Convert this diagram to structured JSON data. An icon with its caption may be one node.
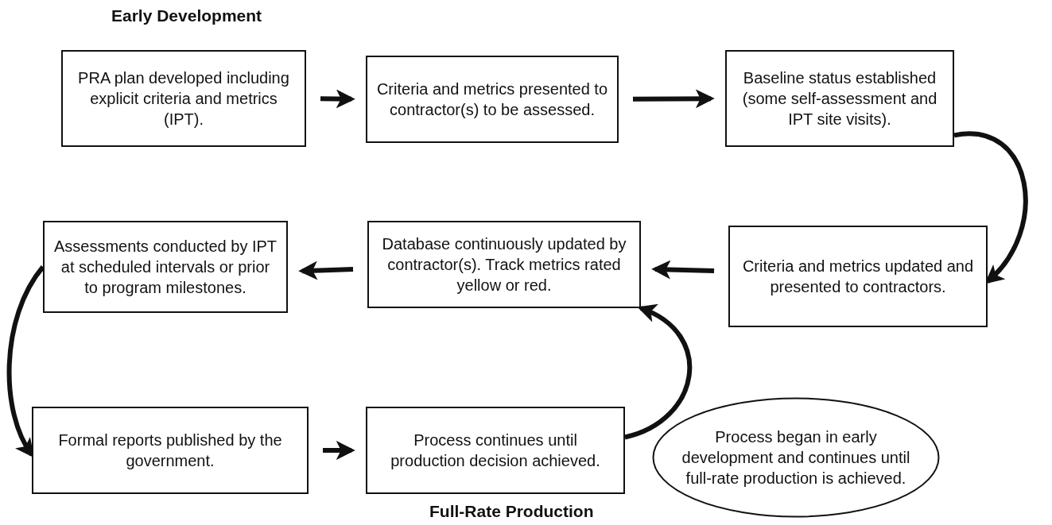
{
  "diagram": {
    "title": "Early Development",
    "nodes": [
      {
        "text": [
          "PRA plan developed including explicit criteria and metrics (IPT)."
        ]
      },
      {
        "text": [
          "Criteria and metrics presented to contractor(s) to be assessed."
        ]
      },
      {
        "text": [
          "Baseline status established (some self-assessment and IPT site visits)."
        ]
      },
      {
        "text": [
          "Assessments conducted by IPT at scheduled intervals or prior to program milestones."
        ]
      },
      {
        "text": [
          "Database continuously updated by contractor(s). Track metrics rated yellow or red."
        ]
      },
      {
        "text": [
          "Criteria and metrics updated and presented to contractors."
        ]
      },
      {
        "text": [
          "Formal reports published by the government."
        ]
      },
      {
        "text": [
          "Process continues until production decision achieved."
        ]
      },
      {
        "text": [
          "Process began in early development and continues until full-rate production is achieved."
        ]
      }
    ],
    "edges": [
      {
        "from": 0,
        "to": 1,
        "arrow": "to"
      },
      {
        "from": 1,
        "to": 2,
        "arrow": "to"
      },
      {
        "from": 2,
        "to": 5,
        "arrow": "to"
      },
      {
        "from": 5,
        "to": 4,
        "arrow": "to"
      },
      {
        "from": 4,
        "to": 3,
        "arrow": "to"
      },
      {
        "from": 3,
        "to": 6,
        "arrow": "to"
      },
      {
        "from": 6,
        "to": 7,
        "arrow": "to"
      },
      {
        "from": 7,
        "to": 4,
        "arrow": "to"
      }
    ],
    "labels": [
      "Full-Rate Production"
    ]
  }
}
